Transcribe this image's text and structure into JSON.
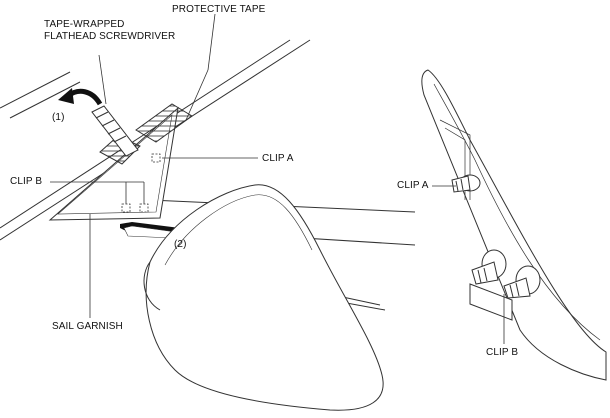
{
  "diagram": {
    "labels": {
      "tape_wrapped_line1": "TAPE-WRAPPED",
      "tape_wrapped_line2": "FLATHEAD SCREWDRIVER",
      "protective_tape": "PROTECTIVE TAPE",
      "step_1": "(1)",
      "step_2": "(2)",
      "clip_a_left": "CLIP A",
      "clip_b_left": "CLIP B",
      "sail_garnish": "SAIL GARNISH",
      "clip_a_right": "CLIP A",
      "clip_b_right": "CLIP B"
    },
    "colors": {
      "ink": "#111111",
      "line": "#333333",
      "fill": "#ffffff",
      "arrow": "#111111"
    }
  }
}
